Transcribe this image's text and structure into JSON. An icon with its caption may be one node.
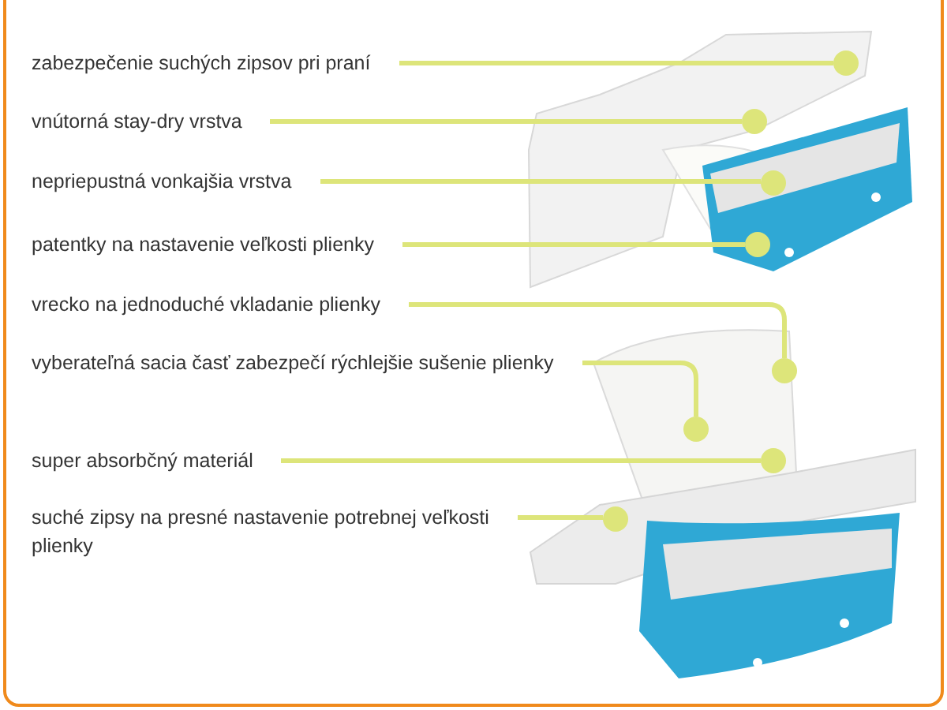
{
  "diagram": {
    "nodes": [
      {
        "text": [
          "zabezpečenie suchých zipsov pri praní"
        ]
      },
      {
        "text": [
          "vnútorná stay-dry vrstva"
        ]
      },
      {
        "text": [
          "nepriepustná vonkajšia vrstva"
        ]
      },
      {
        "text": [
          "patentky na nastavenie veľkosti plienky"
        ]
      },
      {
        "text": [
          "vrecko na jednoduché vkladanie plienky"
        ]
      },
      {
        "text": [
          "vyberateľná sacia časť zabezpečí rýchlejšie sušenie plienky"
        ]
      },
      {
        "text": [
          "super absorbčný materiál"
        ]
      },
      {
        "text": [
          "suché zipsy na presné nastavenie potrebnej veľkosti plienky"
        ]
      },
      {
        "text": [],
        "shape": "circle"
      },
      {
        "text": [],
        "shape": "circle"
      },
      {
        "text": [],
        "shape": "circle"
      },
      {
        "text": [],
        "shape": "circle"
      },
      {
        "text": [],
        "shape": "circle"
      },
      {
        "text": [],
        "shape": "circle"
      },
      {
        "text": [],
        "shape": "circle"
      },
      {
        "text": [],
        "shape": "circle"
      }
    ],
    "edges": [
      {
        "from": 0,
        "to": 8,
        "arrow": "none"
      },
      {
        "from": 1,
        "to": 9,
        "arrow": "none"
      },
      {
        "from": 2,
        "to": 10,
        "arrow": "none"
      },
      {
        "from": 3,
        "to": 11,
        "arrow": "none"
      },
      {
        "from": 4,
        "to": 12,
        "arrow": "none"
      },
      {
        "from": 5,
        "to": 13,
        "arrow": "none"
      },
      {
        "from": 6,
        "to": 14,
        "arrow": "none"
      },
      {
        "from": 7,
        "to": 15,
        "arrow": "none"
      }
    ]
  }
}
